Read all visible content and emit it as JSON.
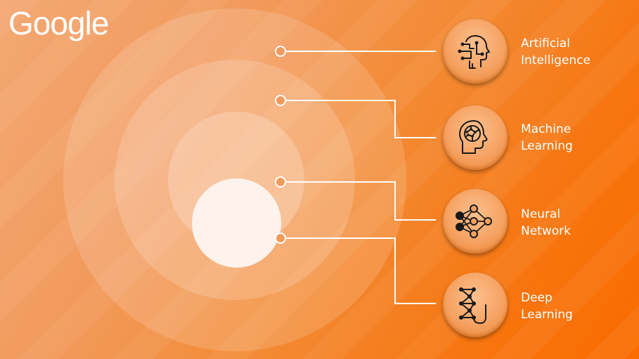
{
  "brand": {
    "logo_text": "Google"
  },
  "items": [
    {
      "line1": "Artificial",
      "line2": "Intelligence",
      "icon": "ai-head-circuit-icon"
    },
    {
      "line1": "Machine",
      "line2": "Learning",
      "icon": "brain-head-icon"
    },
    {
      "line1": "Neural",
      "line2": "Network",
      "icon": "neural-network-icon"
    },
    {
      "line1": "Deep",
      "line2": "Learning",
      "icon": "deep-learning-graph-icon"
    }
  ],
  "colors": {
    "background_start": "#f3a873",
    "background_end": "#fa6c00",
    "badge": "#f6a262",
    "icon_stroke": "#1a1a1a",
    "text": "#ffffff"
  }
}
